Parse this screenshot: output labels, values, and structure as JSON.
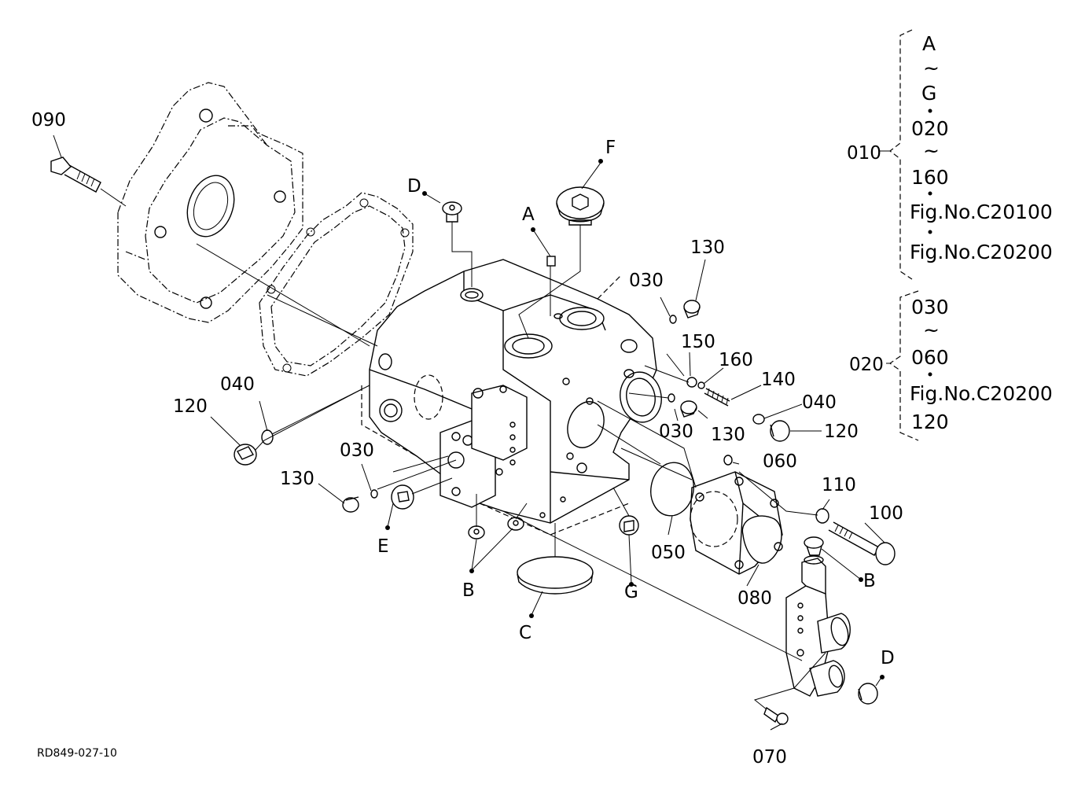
{
  "drawing_code": "RD849-027-10",
  "part_labels": {
    "p090": "090",
    "pF": "F",
    "pD_top": "D",
    "pA": "A",
    "p130_top": "130",
    "p030_top": "030",
    "p150": "150",
    "p160": "160",
    "p140": "140",
    "p040_right": "040",
    "p120_right": "120",
    "p030_mid": "030",
    "p130_mid": "130",
    "p060": "060",
    "p040_left": "040",
    "p120_left": "120",
    "p030_left": "030",
    "p130_left": "130",
    "pE": "E",
    "pB_left": "B",
    "pC": "C",
    "pG": "G",
    "p050": "050",
    "p080": "080",
    "p110": "110",
    "p100": "100",
    "pB_right": "B",
    "pD_right": "D",
    "p070": "070"
  },
  "kit_010": {
    "label": "010",
    "items": [
      "A",
      "~",
      "G",
      "020",
      "~",
      "160",
      "Fig.No.C20100",
      "Fig.No.C20200"
    ]
  },
  "kit_020": {
    "label": "020",
    "items": [
      "030",
      "~",
      "060",
      "Fig.No.C20200",
      "120"
    ]
  }
}
